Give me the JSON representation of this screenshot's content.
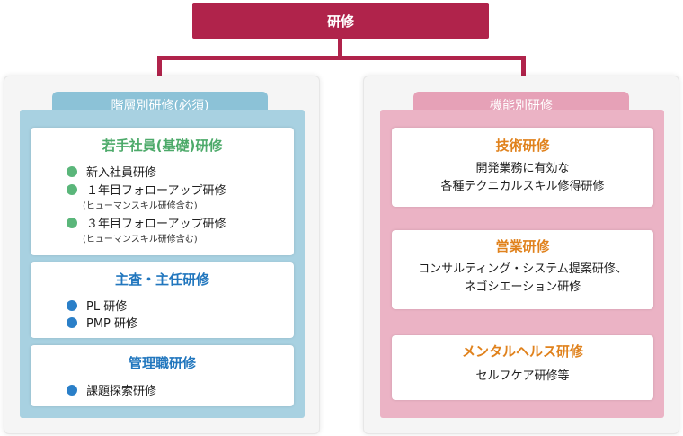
{
  "root": {
    "label": "研修"
  },
  "left_panel": {
    "title": "階層別研修(必須)",
    "cards": [
      {
        "title": "若手社員(基礎)研修",
        "items": [
          {
            "label": "新入社員研修",
            "note": ""
          },
          {
            "label": "１年目フォローアップ研修",
            "note": "(ヒューマンスキル研修含む)"
          },
          {
            "label": "３年目フォローアップ研修",
            "note": "(ヒューマンスキル研修含む)"
          }
        ]
      },
      {
        "title": "主査・主任研修",
        "items": [
          {
            "label": "PL 研修"
          },
          {
            "label": "PMP 研修"
          }
        ]
      },
      {
        "title": "管理職研修",
        "items": [
          {
            "label": "課題探索研修"
          }
        ]
      }
    ]
  },
  "right_panel": {
    "title": "機能別研修",
    "cards": [
      {
        "title": "技術研修",
        "desc": [
          "開発業務に有効な",
          "各種テクニカルスキル修得研修"
        ]
      },
      {
        "title": "営業研修",
        "desc": [
          "コンサルティング・システム提案研修、",
          "ネゴシエーション研修"
        ]
      },
      {
        "title": "メンタルヘルス研修",
        "desc": [
          "セルフケア研修等"
        ]
      }
    ]
  },
  "colors": {
    "root": "#b0234b",
    "left_bg": "#a8d1e1",
    "left_tab": "#8cc2d7",
    "right_bg": "#ebb3c5",
    "right_tab": "#e6a1b7",
    "green_title": "#4daa6a",
    "blue_title": "#2277be",
    "orange_title": "#e0821d",
    "green_bullet": "#5ab67a",
    "blue_bullet": "#2a7fc8"
  }
}
